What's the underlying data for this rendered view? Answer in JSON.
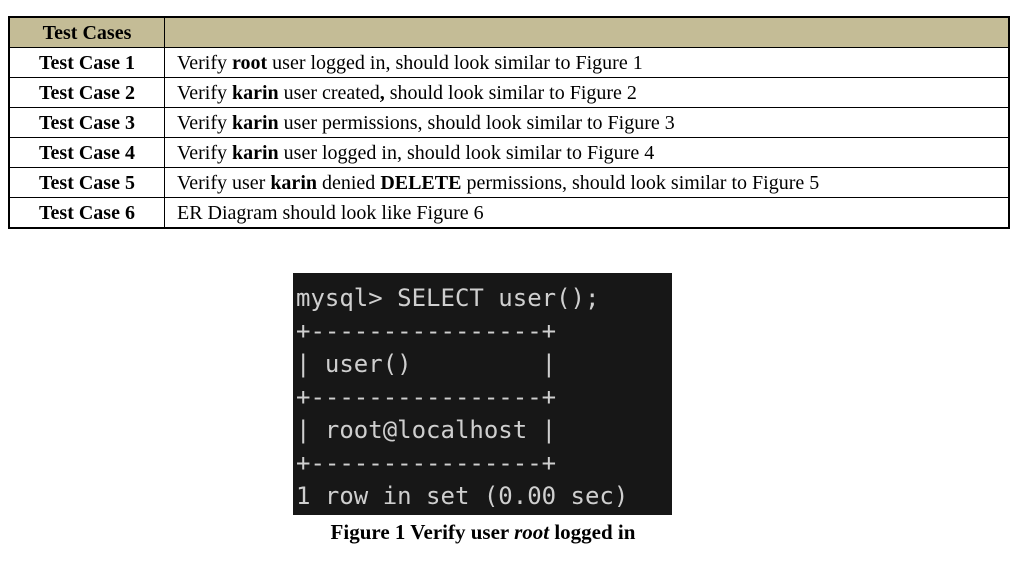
{
  "colors": {
    "header_bg": "#C4BC96",
    "table_border": "#000000",
    "terminal_bg": "#171717",
    "terminal_fg": "#CFCFCF",
    "page_bg": "#FFFFFF"
  },
  "table": {
    "header_label": "Test Cases",
    "rows": [
      {
        "label": "Test Case 1",
        "segments": [
          {
            "t": "Verify "
          },
          {
            "t": "root",
            "b": true
          },
          {
            "t": " user logged in, should look similar to Figure 1"
          }
        ]
      },
      {
        "label": "Test Case 2",
        "segments": [
          {
            "t": "Verify "
          },
          {
            "t": "karin",
            "b": true
          },
          {
            "t": " user created"
          },
          {
            "t": ",",
            "b": true
          },
          {
            "t": " should look similar to Figure 2"
          }
        ]
      },
      {
        "label": "Test Case 3",
        "segments": [
          {
            "t": "Verify "
          },
          {
            "t": "karin",
            "b": true
          },
          {
            "t": " user permissions, should look similar to Figure 3"
          }
        ]
      },
      {
        "label": "Test Case 4",
        "segments": [
          {
            "t": "Verify "
          },
          {
            "t": "karin",
            "b": true
          },
          {
            "t": " user logged in, should look similar to Figure 4"
          }
        ]
      },
      {
        "label": "Test Case 5",
        "segments": [
          {
            "t": "Verify user "
          },
          {
            "t": "karin",
            "b": true
          },
          {
            "t": " denied "
          },
          {
            "t": "DELETE",
            "b": true
          },
          {
            "t": " permissions, should look similar to Figure 5"
          }
        ]
      },
      {
        "label": "Test Case 6",
        "segments": [
          {
            "t": "ER Diagram should look like Figure 6"
          }
        ]
      }
    ]
  },
  "terminal": {
    "lines": [
      "mysql> SELECT user();",
      "+----------------+",
      "| user()         |",
      "+----------------+",
      "| root@localhost |",
      "+----------------+",
      "1 row in set (0.00 sec)"
    ]
  },
  "caption": {
    "prefix": "Figure 1 Verify user ",
    "italic_word": "root",
    "suffix": " logged in"
  }
}
